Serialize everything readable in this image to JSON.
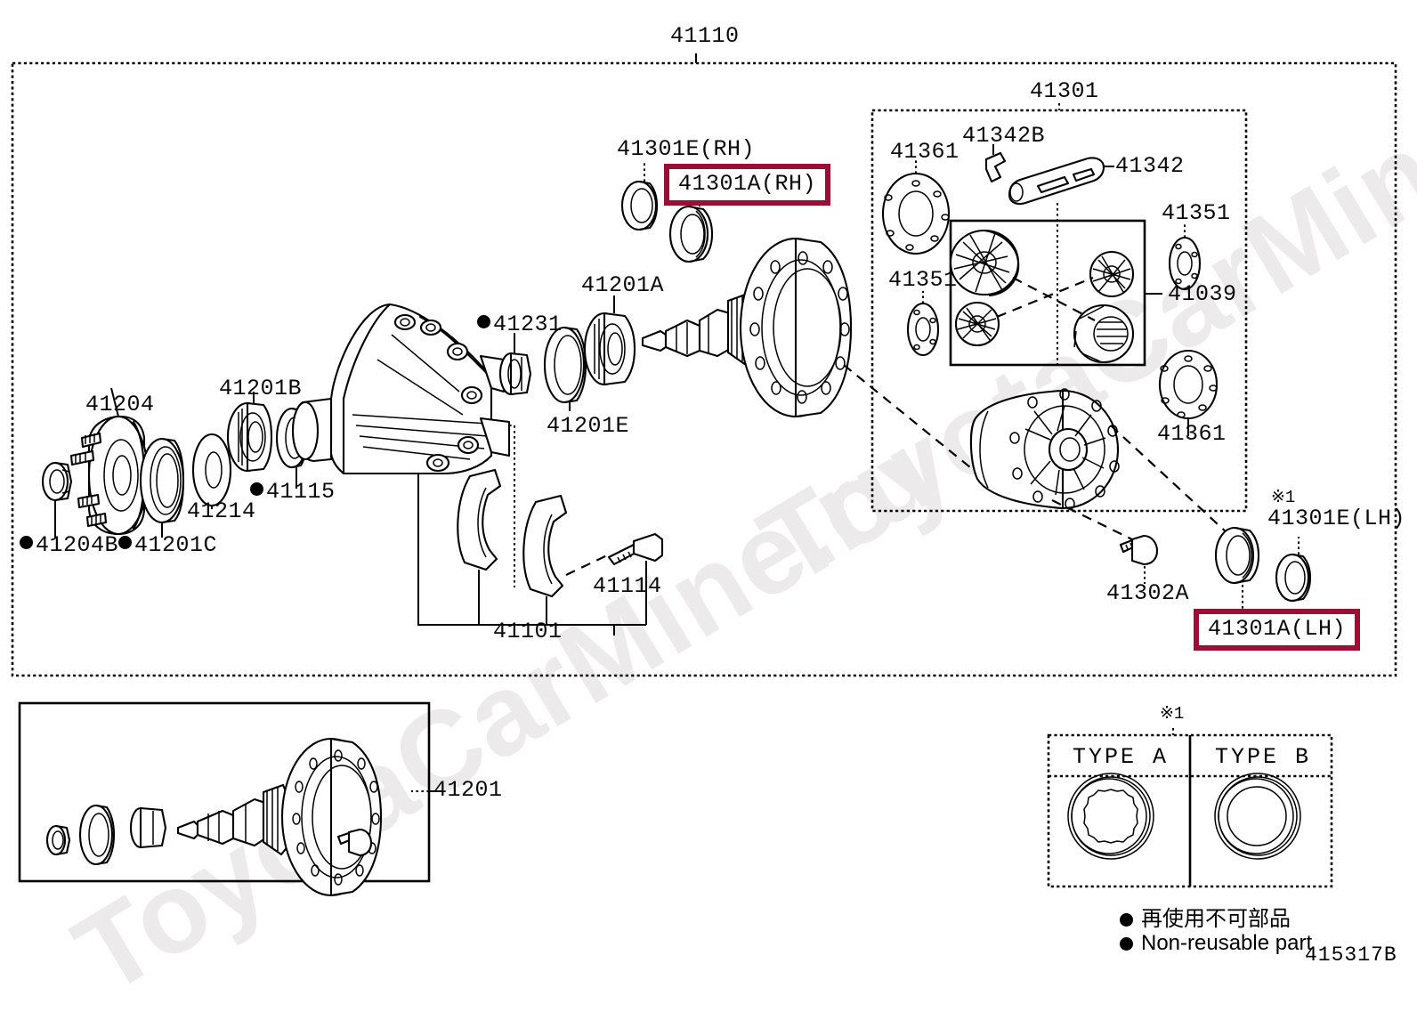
{
  "diagram": {
    "drawing_number": "415317B",
    "watermark": "ToyotaCarMine.ru",
    "main_frame_label": "41110",
    "inset_label": "41201",
    "highlight_color": "#9B0F35"
  },
  "labels": {
    "main_assembly": "41110",
    "diff_assembly": "41301",
    "oil_seal_rh_e": "41301E(RH)",
    "oil_seal_rh_a": "41301A(RH)",
    "bearing_41201a": "41201A",
    "plug_41231": "41231",
    "spacer_41201e": "41201E",
    "bearing_41201b": "41201B",
    "nut_41115": "41115",
    "washer_41214": "41214",
    "flange_41204": "41204",
    "nut_41204b": "41204B",
    "seal_41201c": "41201C",
    "bolt_41114": "41114",
    "carrier_41101": "41101",
    "pinion_41302a": "41302A",
    "oil_seal_lh_e": "41301E(LH)",
    "oil_seal_lh_a": "41301A(LH)",
    "pin_41342b": "41342B",
    "shaft_41342": "41342",
    "washer_41361_top": "41361",
    "washer_41351_left": "41351",
    "washer_41351_right": "41351",
    "gear_kit_41039": "41039",
    "washer_41361_bottom": "41361",
    "inset_41201": "41201",
    "star_note": "※1"
  },
  "type_table": {
    "note": "※1",
    "columns": [
      "TYPE  A",
      "TYPE  B"
    ]
  },
  "legend": {
    "japanese": "再使用不可部品",
    "english": "Non-reusable part"
  }
}
